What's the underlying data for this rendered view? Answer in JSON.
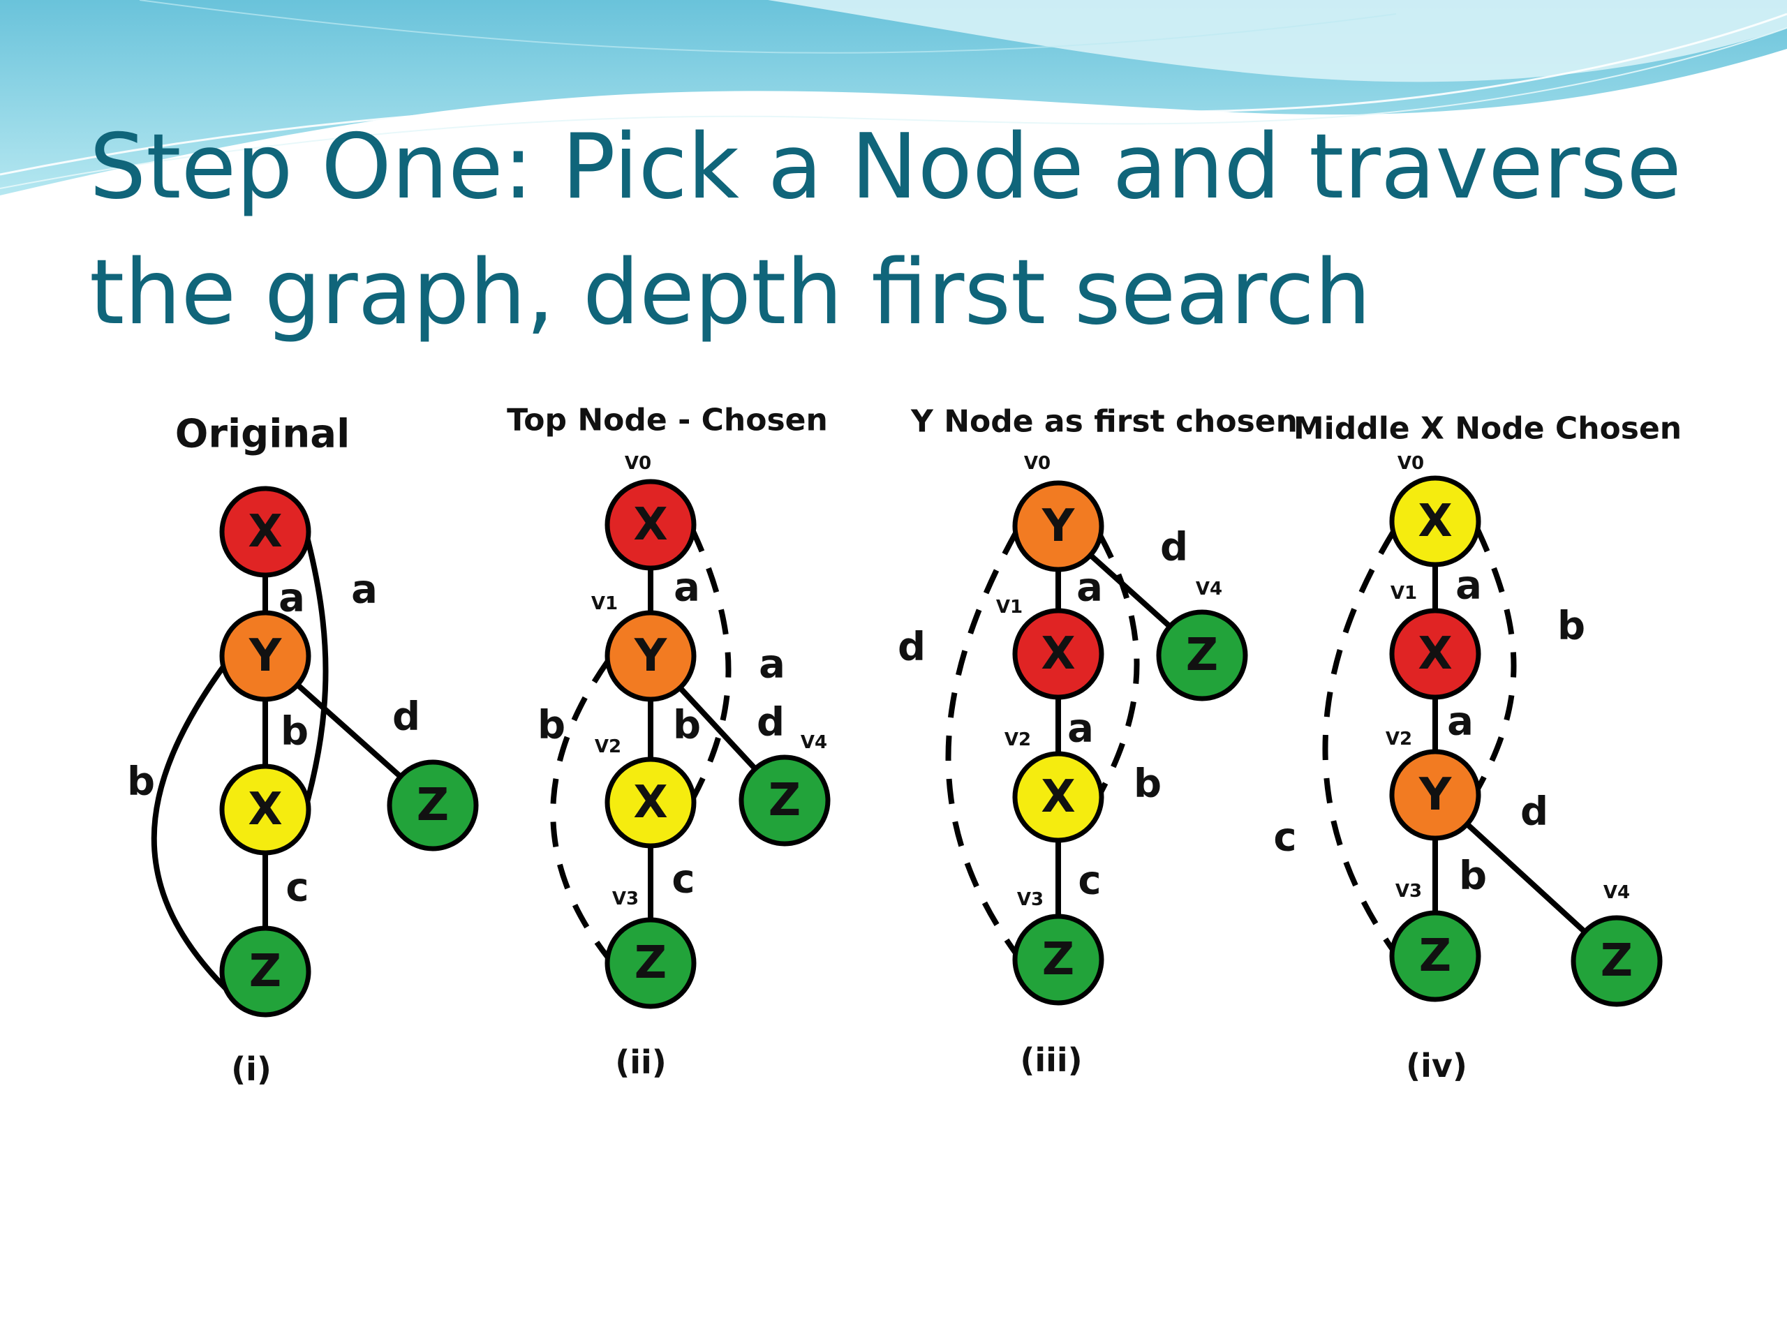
{
  "slide": {
    "title_line1": "Step One: Pick a Node and traverse",
    "title_line2": "the graph, depth first search",
    "title_color": "#10657a"
  },
  "colors": {
    "X": "#e02424",
    "Y": "#f27b22",
    "Z": "#22a33a",
    "yellow": "#f5ec0f"
  },
  "panels": [
    {
      "id": "i",
      "title": "Original",
      "caption": "(i)",
      "nodes": [
        {
          "name": "top-x",
          "label": "X",
          "color": "#e02424"
        },
        {
          "name": "y",
          "label": "Y",
          "color": "#f27b22"
        },
        {
          "name": "mid-x",
          "label": "X",
          "color": "#f5ec0f"
        },
        {
          "name": "bottom-z",
          "label": "Z",
          "color": "#22a33a"
        },
        {
          "name": "right-z",
          "label": "Z",
          "color": "#22a33a"
        }
      ],
      "edges": [
        {
          "name": "edge-a1",
          "label": "a",
          "dashed": false
        },
        {
          "name": "edge-a2",
          "label": "a",
          "dashed": false
        },
        {
          "name": "edge-b1",
          "label": "b",
          "dashed": false
        },
        {
          "name": "edge-b2",
          "label": "b",
          "dashed": false
        },
        {
          "name": "edge-c",
          "label": "c",
          "dashed": false
        },
        {
          "name": "edge-d",
          "label": "d",
          "dashed": false
        }
      ],
      "vlabels": []
    },
    {
      "id": "ii",
      "title": "Top Node - Chosen",
      "caption": "(ii)",
      "nodes": [
        {
          "name": "x-v0",
          "label": "X",
          "color": "#e02424"
        },
        {
          "name": "y-v1",
          "label": "Y",
          "color": "#f27b22"
        },
        {
          "name": "x-v2",
          "label": "X",
          "color": "#f5ec0f"
        },
        {
          "name": "z-v3",
          "label": "Z",
          "color": "#22a33a"
        },
        {
          "name": "z-v4",
          "label": "Z",
          "color": "#22a33a"
        }
      ],
      "edges": [
        {
          "name": "edge-a1",
          "label": "a",
          "dashed": false
        },
        {
          "name": "edge-a2",
          "label": "a",
          "dashed": true
        },
        {
          "name": "edge-b1",
          "label": "b",
          "dashed": false
        },
        {
          "name": "edge-b2",
          "label": "b",
          "dashed": true
        },
        {
          "name": "edge-c",
          "label": "c",
          "dashed": false
        },
        {
          "name": "edge-d",
          "label": "d",
          "dashed": false
        }
      ],
      "vlabels": [
        "V0",
        "V1",
        "V2",
        "V3",
        "V4"
      ]
    },
    {
      "id": "iii",
      "title": "Y Node as first chosen",
      "caption": "(iii)",
      "nodes": [
        {
          "name": "y-v0",
          "label": "Y",
          "color": "#f27b22"
        },
        {
          "name": "x-v1",
          "label": "X",
          "color": "#e02424"
        },
        {
          "name": "x-v2",
          "label": "X",
          "color": "#f5ec0f"
        },
        {
          "name": "z-v3",
          "label": "Z",
          "color": "#22a33a"
        },
        {
          "name": "z-v4",
          "label": "Z",
          "color": "#22a33a"
        }
      ],
      "edges": [
        {
          "name": "edge-a1",
          "label": "a",
          "dashed": false
        },
        {
          "name": "edge-a2",
          "label": "a",
          "dashed": false
        },
        {
          "name": "edge-b1",
          "label": "b",
          "dashed": true
        },
        {
          "name": "edge-c",
          "label": "c",
          "dashed": false
        },
        {
          "name": "edge-d1",
          "label": "d",
          "dashed": false
        },
        {
          "name": "edge-d2",
          "label": "d",
          "dashed": true
        }
      ],
      "vlabels": [
        "V0",
        "V1",
        "V2",
        "V3",
        "V4"
      ]
    },
    {
      "id": "iv",
      "title": "Middle X Node Chosen",
      "caption": "(iv)",
      "nodes": [
        {
          "name": "x-v0",
          "label": "X",
          "color": "#f5ec0f"
        },
        {
          "name": "x-v1",
          "label": "X",
          "color": "#e02424"
        },
        {
          "name": "y-v2",
          "label": "Y",
          "color": "#f27b22"
        },
        {
          "name": "z-v3",
          "label": "Z",
          "color": "#22a33a"
        },
        {
          "name": "z-v4",
          "label": "Z",
          "color": "#22a33a"
        }
      ],
      "edges": [
        {
          "name": "edge-a1",
          "label": "a",
          "dashed": false
        },
        {
          "name": "edge-a2",
          "label": "a",
          "dashed": false
        },
        {
          "name": "edge-b1",
          "label": "b",
          "dashed": true
        },
        {
          "name": "edge-b2",
          "label": "b",
          "dashed": false
        },
        {
          "name": "edge-c",
          "label": "c",
          "dashed": true
        },
        {
          "name": "edge-d",
          "label": "d",
          "dashed": false
        }
      ],
      "vlabels": [
        "V0",
        "V1",
        "V2",
        "V3",
        "V4"
      ]
    }
  ]
}
